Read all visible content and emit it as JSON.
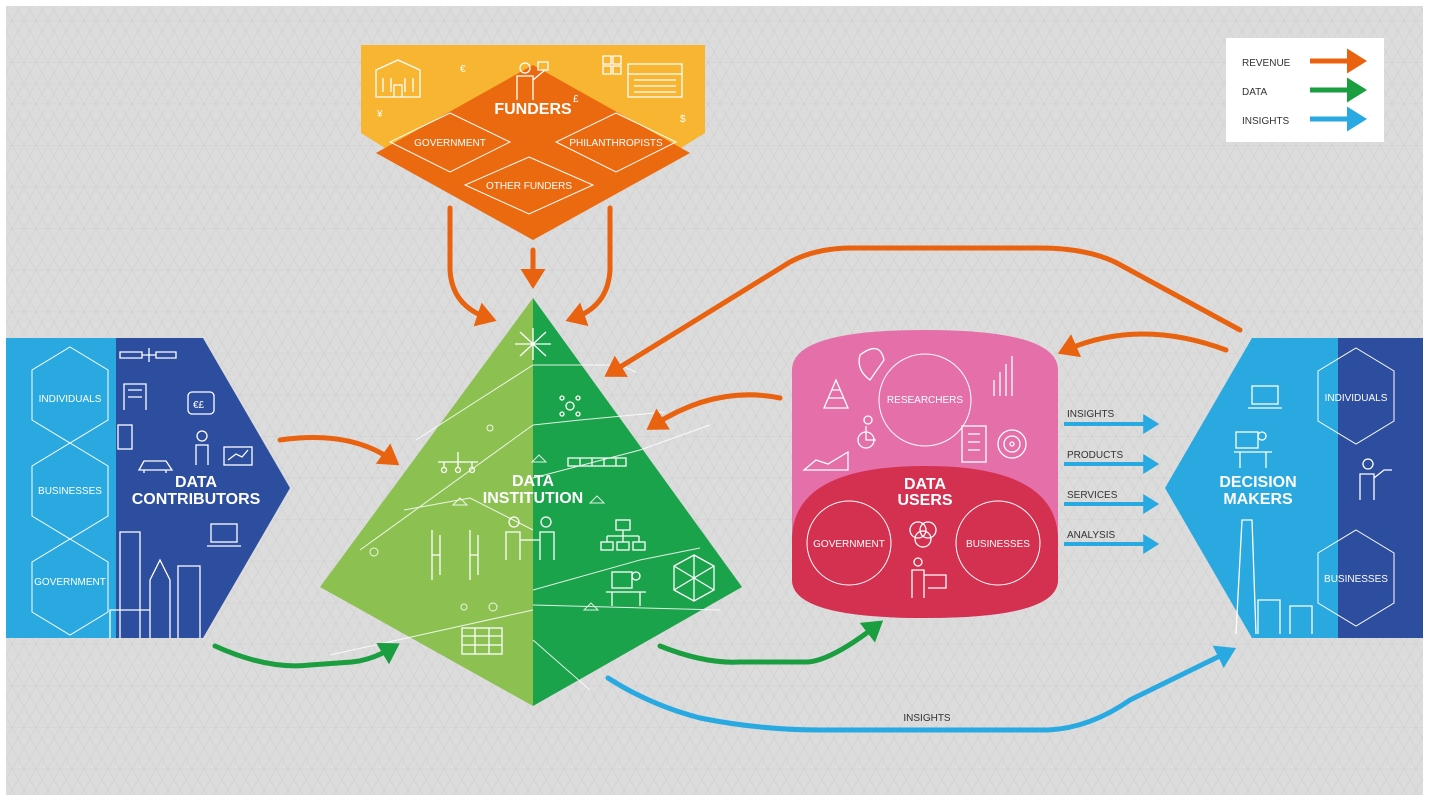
{
  "legend": {
    "items": [
      {
        "label": "REVENUE",
        "color": "#e8620f"
      },
      {
        "label": "DATA",
        "color": "#1a9e3f"
      },
      {
        "label": "INSIGHTS",
        "color": "#29a9e1"
      }
    ]
  },
  "funders": {
    "title": "FUNDERS",
    "government": "GOVERNMENT",
    "philanthropists": "PHILANTHROPISTS",
    "other": "OTHER FUNDERS",
    "currency": [
      "€",
      "£",
      "¥",
      "$"
    ]
  },
  "contributors": {
    "title_line1": "DATA",
    "title_line2": "CONTRIBUTORS",
    "individuals": "INDIVIDUALS",
    "businesses": "BUSINESSES",
    "government": "GOVERNMENT"
  },
  "institution": {
    "title_line1": "DATA",
    "title_line2": "INSTITUTION"
  },
  "users": {
    "title_line1": "DATA",
    "title_line2": "USERS",
    "researchers": "RESEARCHERS",
    "government": "GOVERNMENT",
    "businesses": "BUSINESSES"
  },
  "outputs": [
    "INSIGHTS",
    "PRODUCTS",
    "SERVICES",
    "ANALYSIS"
  ],
  "decision_makers": {
    "title_line1": "DECISION",
    "title_line2": "MAKERS",
    "individuals": "INDIVIDUALS",
    "businesses": "BUSINESSES"
  },
  "bottom_flow_label": "INSIGHTS",
  "colors": {
    "background": "#dcdcdc",
    "revenue": "#e8620f",
    "data": "#1a9e3f",
    "insights": "#29a9e1",
    "funders_light": "#f7b531",
    "funders_dark": "#eb6a0f",
    "pyramid_light": "#8cc152",
    "pyramid_dark": "#1aa34a",
    "users_light": "#e56fa8",
    "users_dark": "#d4304f",
    "contributors_light": "#2aa8e0",
    "contributors_dark": "#2d4d9e"
  }
}
